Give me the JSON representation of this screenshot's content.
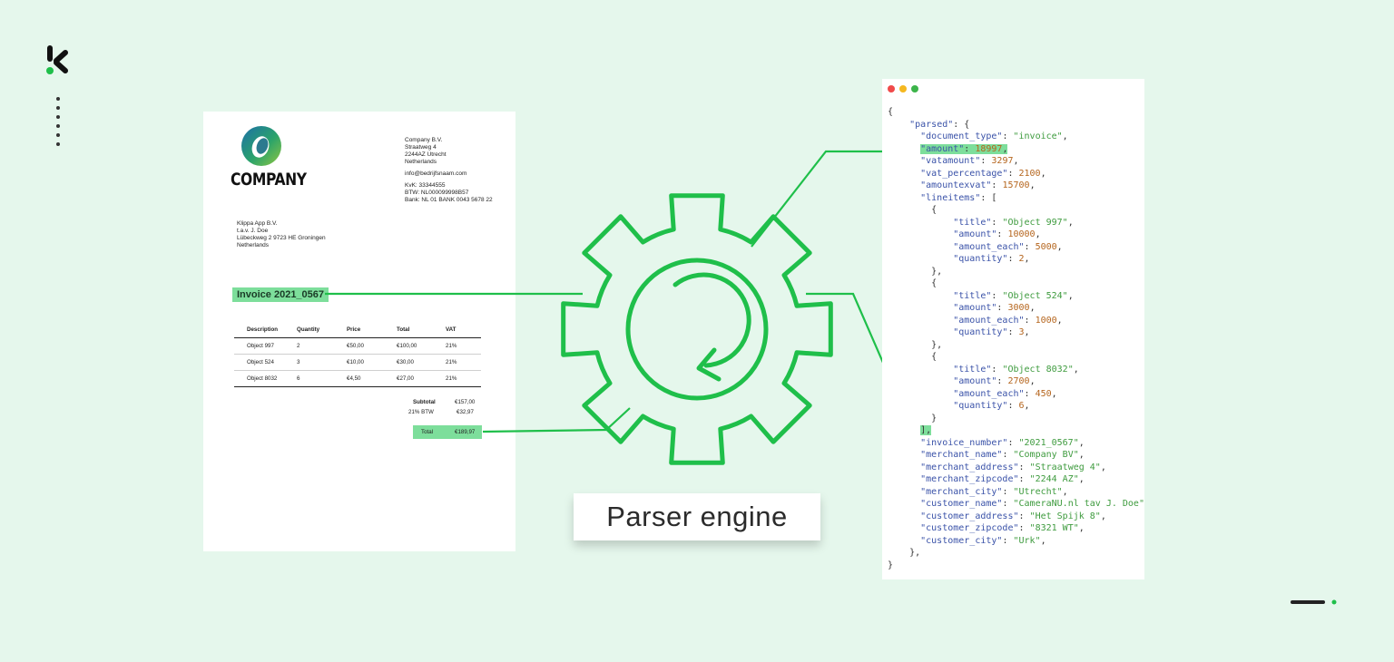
{
  "invoice": {
    "company_name": "COMPANY",
    "merchant_lines": [
      "Company B.V.",
      "Straatweg 4",
      "2244AZ Utrecht",
      "Netherlands",
      "",
      "info@bedrijfsnaam.com",
      "",
      "KvK: 33344555",
      "BTW: NL000099998B57",
      "Bank: NL 01 BANK 0043 5678 22"
    ],
    "customer_lines": [
      "Klippa App B.V.",
      "t.a.v. J. Doe",
      "Lübeckweg 2 9723 HE Groningen",
      "Netherlands"
    ],
    "title": "Invoice 2021_0567",
    "table": {
      "headers": [
        "Description",
        "Quantity",
        "Price",
        "Total",
        "VAT"
      ],
      "rows": [
        [
          "Object 997",
          "2",
          "€50,00",
          "€100,00",
          "21%"
        ],
        [
          "Object 524",
          "3",
          "€10,00",
          "€30,00",
          "21%"
        ],
        [
          "Object 8032",
          "6",
          "€4,50",
          "€27,00",
          "21%"
        ]
      ]
    },
    "subtotal_label": "Subtotal",
    "subtotal_value": "€157,00",
    "vat_label": "21% BTW",
    "vat_value": "€32,97",
    "total_label": "Total",
    "total_value": "€189,97"
  },
  "parser_label": "Parser engine",
  "json_lines": [
    "{",
    "    \"parsed\": {",
    "      \"document_type\": \"invoice\",",
    "      \"amount\": 18997,",
    "      \"vatamount\": 3297,",
    "      \"vat_percentage\": 2100,",
    "      \"amountexvat\": 15700,",
    "      \"lineitems\": [",
    "        {",
    "            \"title\": \"Object 997\",",
    "            \"amount\": 10000,",
    "            \"amount_each\": 5000,",
    "            \"quantity\": 2,",
    "        },",
    "        {",
    "            \"title\": \"Object 524\",",
    "            \"amount\": 3000,",
    "            \"amount_each\": 1000,",
    "            \"quantity\": 3,",
    "        },",
    "        {",
    "            \"title\": \"Object 8032\",",
    "            \"amount\": 2700,",
    "            \"amount_each\": 450,",
    "            \"quantity\": 6,",
    "        }",
    "      ],",
    "      \"invoice_number\": \"2021_0567\",",
    "      \"merchant_name\": \"Company BV\",",
    "      \"merchant_address\": \"Straatweg 4\",",
    "      \"merchant_zipcode\": \"2244 AZ\",",
    "      \"merchant_city\": \"Utrecht\",",
    "      \"customer_name\": \"CameraNU.nl tav J. Doe\",",
    "      \"customer_address\": \"Het Spijk 8\",",
    "      \"customer_zipcode\": \"8321 WT\",",
    "      \"customer_city\": \"Urk\",",
    "    },",
    "}"
  ],
  "highlighted_json_lines": [
    3,
    26
  ],
  "colors": {
    "background": "#e5f7ec",
    "accent_green": "#1fbf4a",
    "highlight": "#7dde9b",
    "json_key": "#3a52a8",
    "json_string": "#3e9b3e",
    "json_number": "#b5651d"
  },
  "icons": [
    "klippa-logo-icon",
    "company-logo-icon",
    "gear-icon",
    "refresh-arrow-icon"
  ]
}
